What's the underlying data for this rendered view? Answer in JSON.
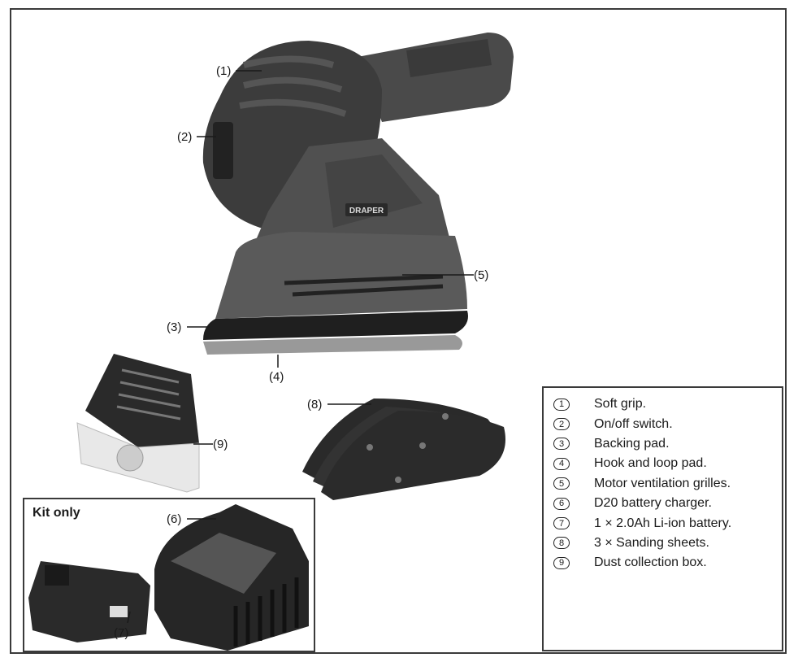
{
  "callouts": {
    "c1": "(1)",
    "c2": "(2)",
    "c3": "(3)",
    "c4": "(4)",
    "c5": "(5)",
    "c6": "(6)",
    "c7": "(7)",
    "c8": "(8)",
    "c9": "(9)"
  },
  "brand_logo": "DRAPER",
  "kit": {
    "title": "Kit only"
  },
  "legend": [
    {
      "num": "1",
      "text": "Soft grip."
    },
    {
      "num": "2",
      "text": "On/off switch."
    },
    {
      "num": "3",
      "text": "Backing pad."
    },
    {
      "num": "4",
      "text": "Hook and loop pad."
    },
    {
      "num": "5",
      "text": "Motor ventilation grilles."
    },
    {
      "num": "6",
      "text": "D20 battery charger."
    },
    {
      "num": "7",
      "text": "1 × 2.0Ah Li-ion battery."
    },
    {
      "num": "8",
      "text": "3 × Sanding sheets."
    },
    {
      "num": "9",
      "text": "Dust collection box."
    }
  ]
}
